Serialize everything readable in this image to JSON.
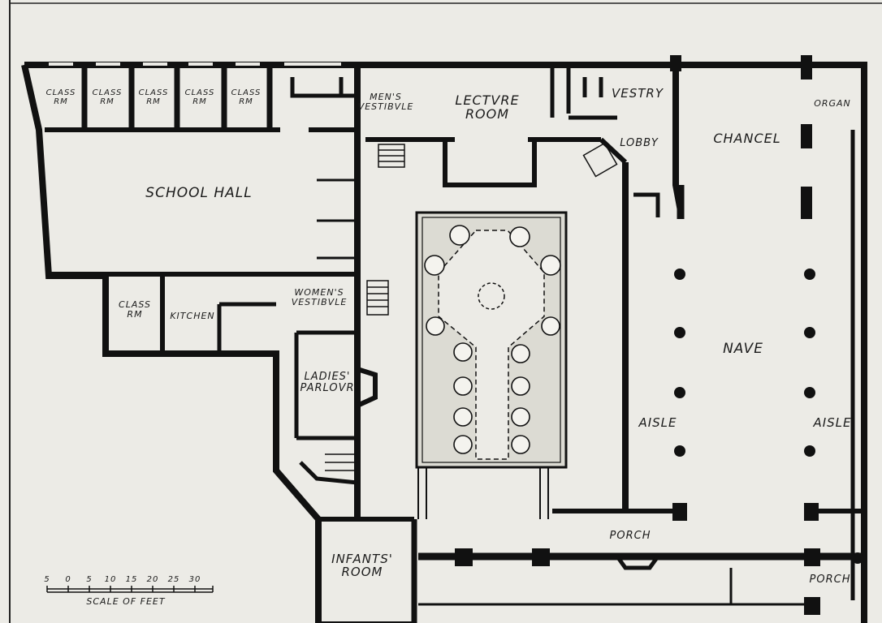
{
  "rooms": {
    "class_rm_1": [
      "CLASS",
      "RM"
    ],
    "class_rm_2": [
      "CLASS",
      "RM"
    ],
    "class_rm_3": [
      "CLASS",
      "RM"
    ],
    "class_rm_4": [
      "CLASS",
      "RM"
    ],
    "class_rm_5": [
      "CLASS",
      "RM"
    ],
    "class_rm_6": [
      "CLASS",
      "RM"
    ],
    "mens_vestibule": [
      "MEN'S",
      "VESTIBVLE"
    ],
    "lecture_room": [
      "LECTVRE",
      "ROOM"
    ],
    "vestry": "VESTRY",
    "organ": "ORGAN",
    "lobby": "LOBBY",
    "chancel": "CHANCEL",
    "school_hall": "SCHOOL HALL",
    "womens_vestibule": [
      "WOMEN'S",
      "VESTIBVLE"
    ],
    "kitchen": "KITCHEN",
    "ladies_parlour": [
      "LADIES'",
      "PARLOVR"
    ],
    "nave": "NAVE",
    "aisle_left": "AISLE",
    "aisle_right": "AISLE",
    "porch_center": "PORCH",
    "porch_right": "PORCH",
    "infants_room": [
      "INFANTS'",
      "ROOM"
    ]
  },
  "scale": {
    "ticks": [
      "5",
      "0",
      "5",
      "10",
      "15",
      "20",
      "25",
      "30"
    ],
    "label": "SCALE OF FEET"
  },
  "colors": {
    "ink": "#111111",
    "paper": "#ecebe6",
    "court": "#dcdbd3"
  }
}
